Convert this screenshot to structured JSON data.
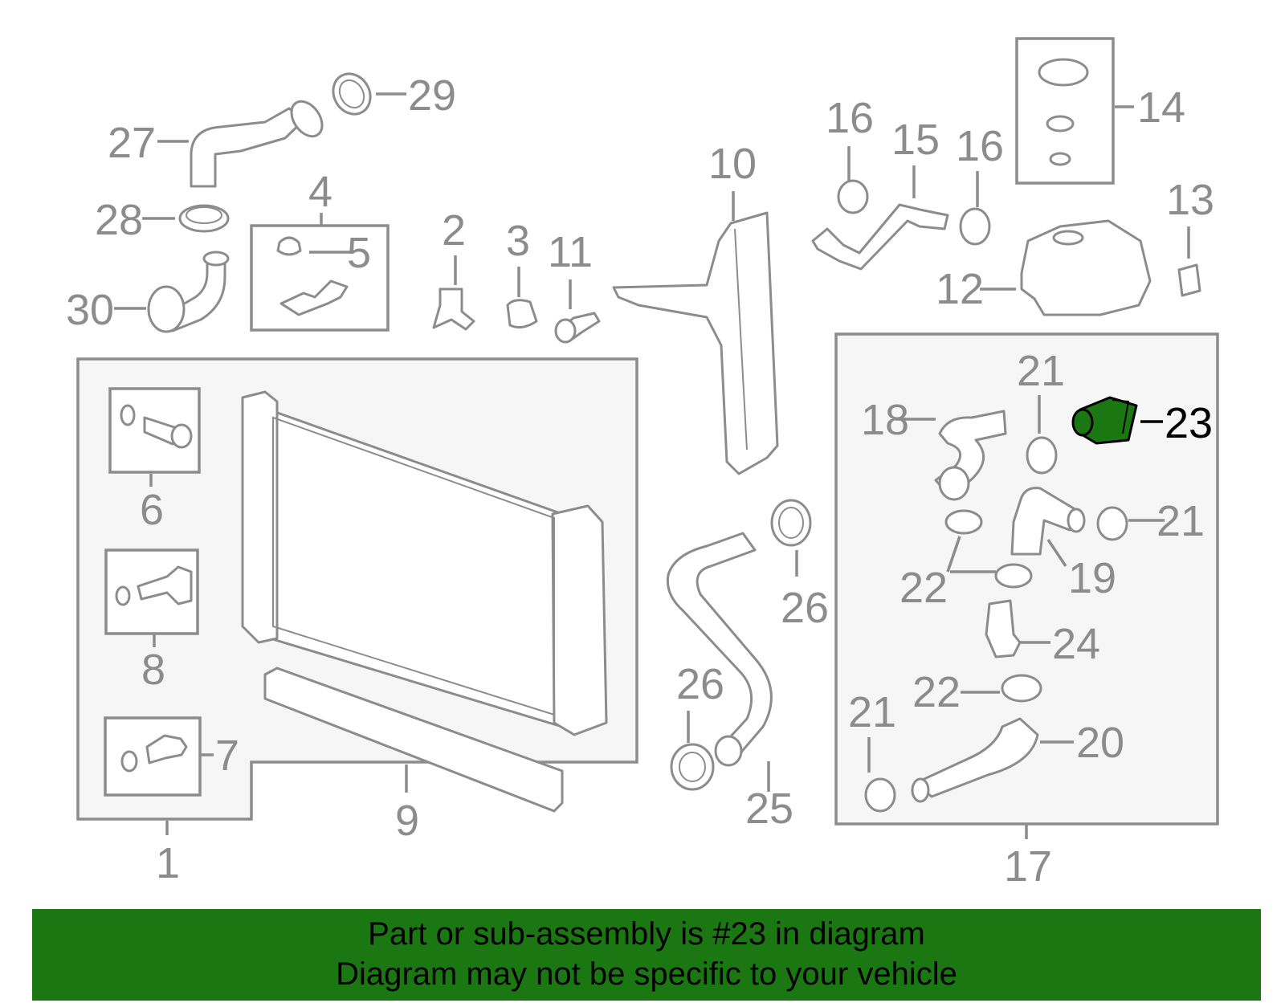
{
  "colors": {
    "line_art": "#8c8c8c",
    "highlight_fill": "#1b7712",
    "banner_background": "#1b7712",
    "banner_text": "#000000"
  },
  "diagram": {
    "highlighted_part": "23",
    "callouts": {
      "c1": "1",
      "c2": "2",
      "c3": "3",
      "c4": "4",
      "c5": "5",
      "c6": "6",
      "c7": "7",
      "c8": "8",
      "c9": "9",
      "c10": "10",
      "c11": "11",
      "c12": "12",
      "c13": "13",
      "c14": "14",
      "c15": "15",
      "c16a": "16",
      "c16b": "16",
      "c17": "17",
      "c18": "18",
      "c19": "19",
      "c20": "20",
      "c21a": "21",
      "c21b": "21",
      "c21c": "21",
      "c22a": "22",
      "c22b": "22",
      "c23": "23",
      "c24": "24",
      "c25": "25",
      "c26a": "26",
      "c26b": "26",
      "c27": "27",
      "c28": "28",
      "c29": "29",
      "c30": "30"
    }
  },
  "banner": {
    "line1": "Part or sub-assembly is #23 in diagram",
    "line2": "Diagram may not be specific to your vehicle"
  }
}
